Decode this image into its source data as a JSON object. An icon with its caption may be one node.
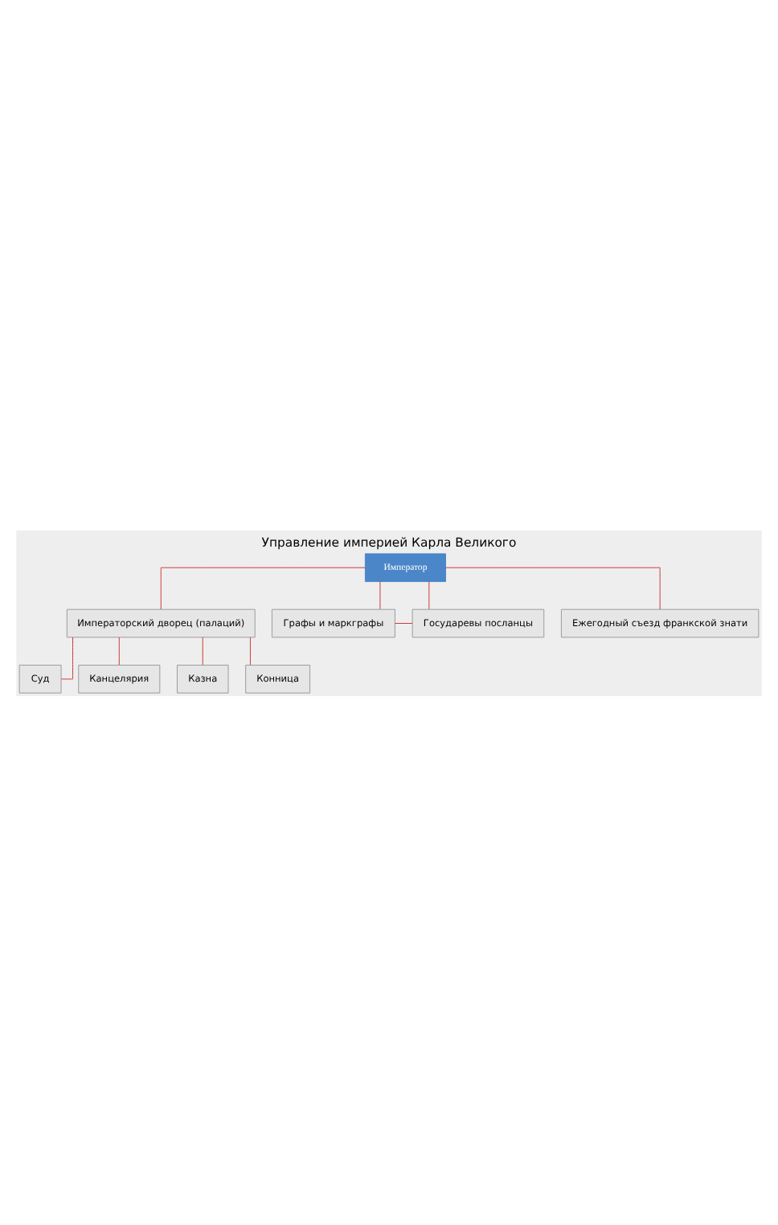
{
  "diagram": {
    "title": "Управление империей Карла Великого",
    "nodes": [
      {
        "text": [
          "Император"
        ]
      },
      {
        "text": [
          "Императорский дворец (палаций)"
        ]
      },
      {
        "text": [
          "Графы и маркграфы"
        ]
      },
      {
        "text": [
          "Государевы посланцы"
        ]
      },
      {
        "text": [
          "Ежегодный съезд франкской знати"
        ]
      },
      {
        "text": [
          "Суд"
        ]
      },
      {
        "text": [
          "Канцелярия"
        ]
      },
      {
        "text": [
          "Казна"
        ]
      },
      {
        "text": [
          "Конница"
        ]
      }
    ],
    "edges": [
      {
        "from": 0,
        "to": 1,
        "arrow": "none"
      },
      {
        "from": 0,
        "to": 2,
        "arrow": "none"
      },
      {
        "from": 0,
        "to": 3,
        "arrow": "none"
      },
      {
        "from": 0,
        "to": 4,
        "arrow": "none"
      },
      {
        "from": 1,
        "to": 5,
        "arrow": "none"
      },
      {
        "from": 1,
        "to": 6,
        "arrow": "none"
      },
      {
        "from": 1,
        "to": 7,
        "arrow": "none"
      },
      {
        "from": 1,
        "to": 8,
        "arrow": "none"
      },
      {
        "from": 3,
        "to": 2,
        "arrow": "none"
      }
    ]
  }
}
